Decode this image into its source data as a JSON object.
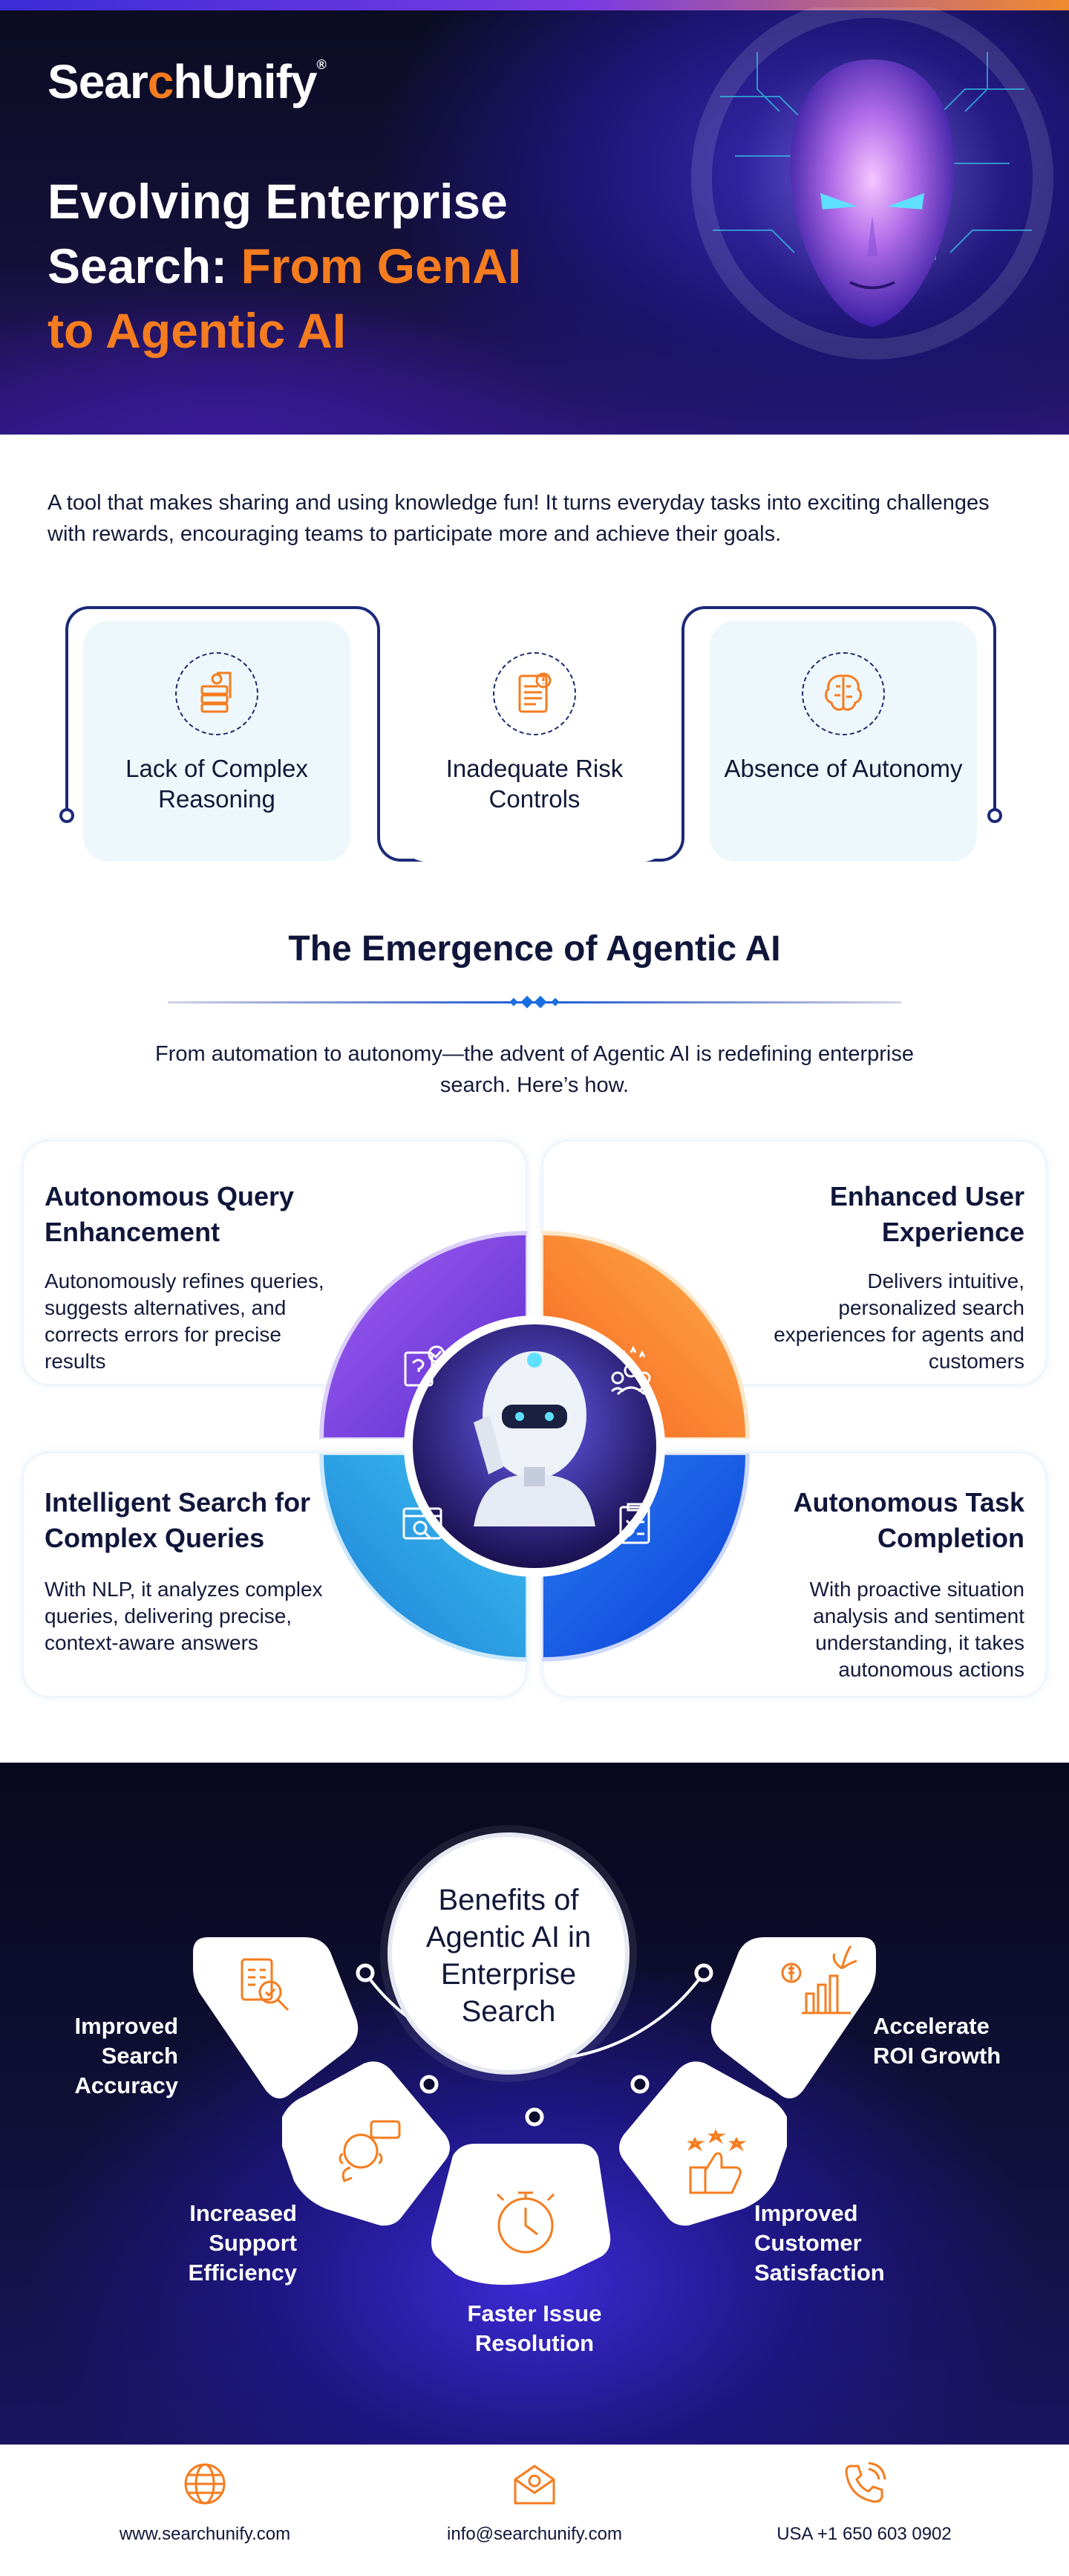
{
  "brand": {
    "logo_text_pre": "Sear",
    "logo_text_c": "c",
    "logo_text_post": "hUnify",
    "logo_reg": "®"
  },
  "hero": {
    "title_line1": "Evolving Enterprise",
    "title_line2_white": "Search: ",
    "title_line2_orange": "From GenAI",
    "title_line3_orange": "to Agentic AI"
  },
  "intro": {
    "text": "A tool that makes sharing and using knowledge fun! It turns everyday tasks into exciting challenges with rewards, encouraging teams to participate more and achieve their goals."
  },
  "challenges": [
    {
      "label": "Lack of Complex Reasoning",
      "icon": "document-stack-icon"
    },
    {
      "label": "Inadequate Risk Controls",
      "icon": "risk-document-icon"
    },
    {
      "label": "Absence of Autonomy",
      "icon": "brain-circuit-icon"
    }
  ],
  "emergence": {
    "title": "The Emergence of Agentic AI",
    "subtitle": "From automation to autonomy—the advent of Agentic AI is redefining enterprise search. Here’s how.",
    "cards": [
      {
        "heading": "Autonomous Query Enhancement",
        "text": "Autonomously refines queries, suggests alternatives, and corrects errors for precise results",
        "icon": "question-check-icon"
      },
      {
        "heading": "Enhanced User Experience",
        "text": "Delivers intuitive, personalized search experiences for agents and customers",
        "icon": "users-stars-icon"
      },
      {
        "heading": "Intelligent Search for Complex Queries",
        "text": "With NLP, it analyzes complex queries, delivering precise, context-aware answers",
        "icon": "search-window-icon"
      },
      {
        "heading": "Autonomous Task Completion",
        "text": "With proactive situation analysis and sentiment understanding, it takes autonomous actions",
        "icon": "checklist-icon"
      }
    ],
    "colors": {
      "purple": "#7a3fdc",
      "orange": "#f57c1f",
      "cyan": "#2a9ee6",
      "blue": "#1656e8"
    }
  },
  "benefits": {
    "title": "Benefits of Agentic AI in Enterprise Search",
    "items": [
      {
        "label": "Improved Search Accuracy",
        "icon": "search-document-icon"
      },
      {
        "label": "Increased Support Efficiency",
        "icon": "support-agent-icon"
      },
      {
        "label": "Faster Issue Resolution",
        "icon": "stopwatch-icon"
      },
      {
        "label": "Improved Customer Satisfaction",
        "icon": "thumbs-up-stars-icon"
      },
      {
        "label": "Accelerate ROI Growth",
        "icon": "growth-chart-icon"
      }
    ]
  },
  "footer": {
    "website": "www.searchunify.com",
    "email": "info@searchunify.com",
    "phone": "USA  +1 650 603 0902"
  },
  "accent": {
    "orange": "#f57c1f",
    "navy": "#10163a"
  }
}
